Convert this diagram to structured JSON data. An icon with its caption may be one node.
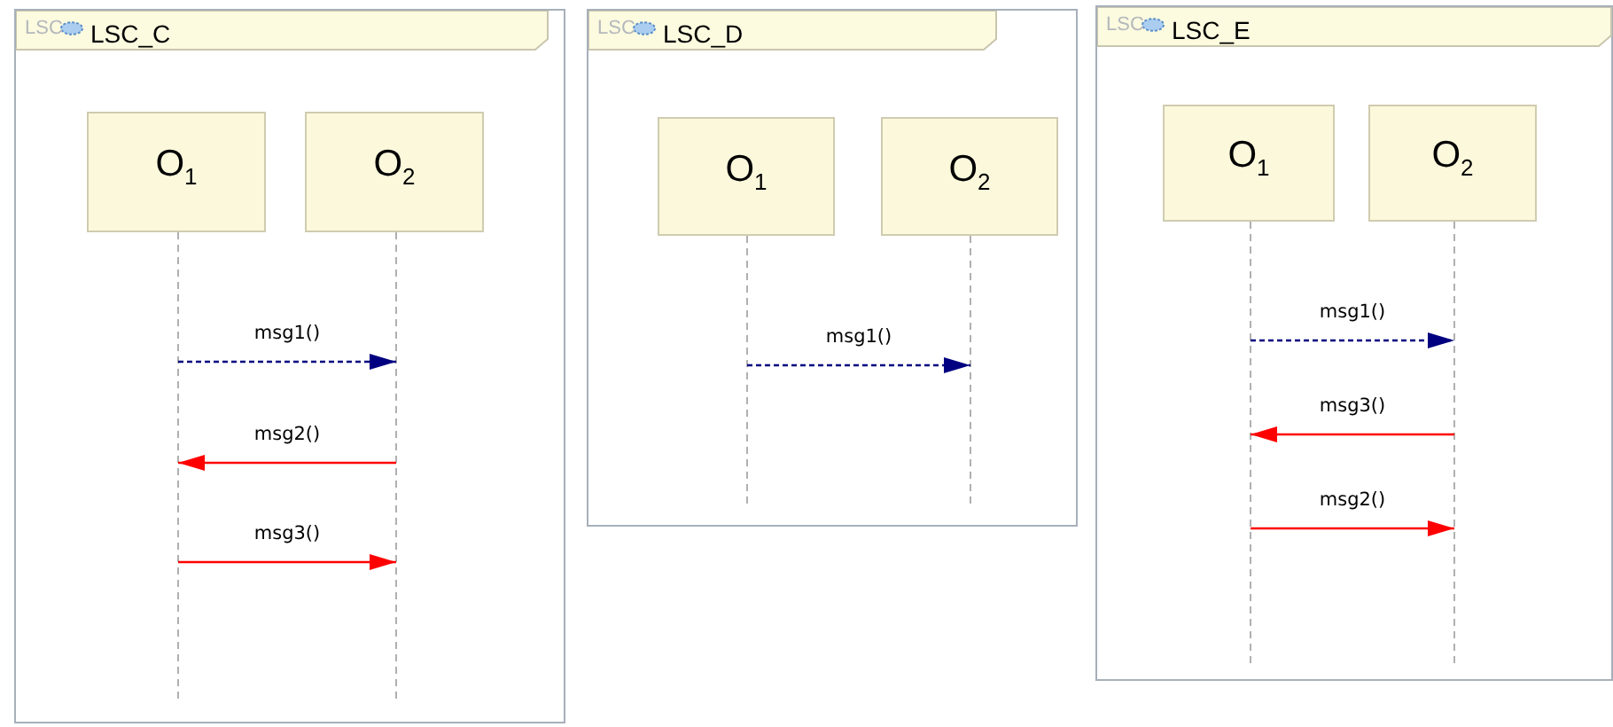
{
  "diagram": {
    "nodes": [
      {
        "text": [
          "LSC",
          "LSC_C"
        ]
      },
      {
        "text": [
          "O$_{1}$"
        ],
        "in": 0
      },
      {
        "text": [
          "O$_{2}$"
        ],
        "in": 0
      },
      {
        "text": [
          "LSC",
          "LSC_D"
        ]
      },
      {
        "text": [
          "O$_{1}$"
        ],
        "in": 3
      },
      {
        "text": [
          "O$_{2}$"
        ],
        "in": 3
      },
      {
        "text": [
          "LSC",
          "LSC_E"
        ]
      },
      {
        "text": [
          "O$_{1}$"
        ],
        "in": 6
      },
      {
        "text": [
          "O$_{2}$"
        ],
        "in": 6
      }
    ],
    "edges": [
      {
        "from": 1,
        "to": 2,
        "arrow": "to",
        "label": "msg1()",
        "style": "dashed",
        "color": "#000080"
      },
      {
        "from": 2,
        "to": 1,
        "arrow": "to",
        "label": "msg2()"
      },
      {
        "from": 1,
        "to": 2,
        "arrow": "to",
        "label": "msg3()"
      },
      {
        "from": 4,
        "to": 5,
        "arrow": "to",
        "label": "msg1()",
        "style": "dashed",
        "color": "#000080"
      },
      {
        "from": 7,
        "to": 8,
        "arrow": "to",
        "label": "msg1()",
        "style": "dashed",
        "color": "#000080"
      },
      {
        "from": 8,
        "to": 7,
        "arrow": "to",
        "label": "msg3()"
      },
      {
        "from": 7,
        "to": 8,
        "arrow": "to",
        "label": "msg2()"
      }
    ]
  }
}
